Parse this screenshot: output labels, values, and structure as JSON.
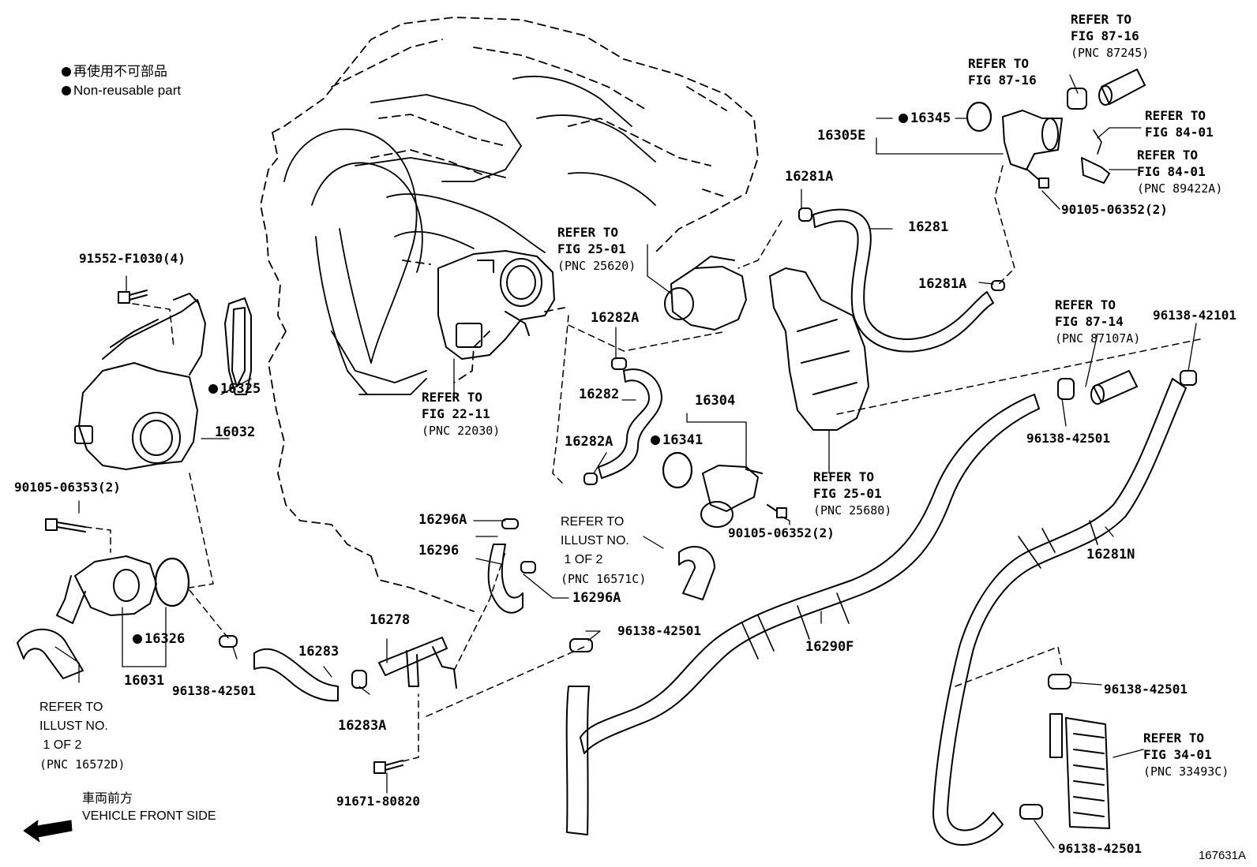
{
  "legend": {
    "line1": "再使用不可部品",
    "line2": "Non-reusable part"
  },
  "front": {
    "jp": "車両前方",
    "en": "VEHICLE FRONT SIDE"
  },
  "illustration_no": "167631A",
  "parts": {
    "p91552": "91552-F1030(4)",
    "p16325": "16325",
    "p16032": "16032",
    "p90105_06353": "90105-06353(2)",
    "p16326": "16326",
    "p16031": "16031",
    "p96138_a": "96138-42501",
    "p16283": "16283",
    "p16278": "16278",
    "p16283A": "16283A",
    "p91671": "91671-80820",
    "p16296A_top": "16296A",
    "p16296": "16296",
    "p16296A_bot": "16296A",
    "p16282A_top": "16282A",
    "p16282": "16282",
    "p16282A_bot": "16282A",
    "p16304": "16304",
    "p16341": "16341",
    "p90105_06352_mid": "90105-06352(2)",
    "p96138_b": "96138-42501",
    "p16290F": "16290F",
    "p16281A_top": "16281A",
    "p16281": "16281",
    "p16281A_right": "16281A",
    "p16305E": "16305E",
    "p16345": "16345",
    "p90105_06352_top": "90105-06352(2)",
    "p96138_42101": "96138-42101",
    "p96138_c": "96138-42501",
    "p16281N": "16281N",
    "p96138_d": "96138-42501",
    "p96138_e": "96138-42501"
  },
  "refs": {
    "r_8716_a": {
      "l1": "REFER TO",
      "l2": "FIG 87-16",
      "l3": "(PNC 87245)"
    },
    "r_8716_b": {
      "l1": "REFER TO",
      "l2": "FIG 87-16"
    },
    "r_8401_a": {
      "l1": "REFER TO",
      "l2": "FIG 84-01"
    },
    "r_8401_b": {
      "l1": "REFER TO",
      "l2": "FIG 84-01",
      "l3": "(PNC 89422A)"
    },
    "r_2501_a": {
      "l1": "REFER TO",
      "l2": "FIG 25-01",
      "l3": "(PNC 25620)"
    },
    "r_2211": {
      "l1": "REFER TO",
      "l2": "FIG 22-11",
      "l3": "(PNC 22030)"
    },
    "r_2501_b": {
      "l1": "REFER TO",
      "l2": "FIG 25-01",
      "l3": "(PNC 25680)"
    },
    "r_8714": {
      "l1": "REFER TO",
      "l2": "FIG 87-14",
      "l3": "(PNC 87107A)"
    },
    "r_3401": {
      "l1": "REFER TO",
      "l2": "FIG 34-01",
      "l3": "(PNC 33493C)"
    },
    "r_ill_571": {
      "l1": "REFER TO",
      "l2": "ILLUST NO.",
      "l3": " 1 OF 2",
      "l4": "(PNC 16571C)"
    },
    "r_ill_572": {
      "l1": "REFER TO",
      "l2": "ILLUST NO.",
      "l3": " 1 OF 2",
      "l4": "(PNC 16572D)"
    }
  }
}
